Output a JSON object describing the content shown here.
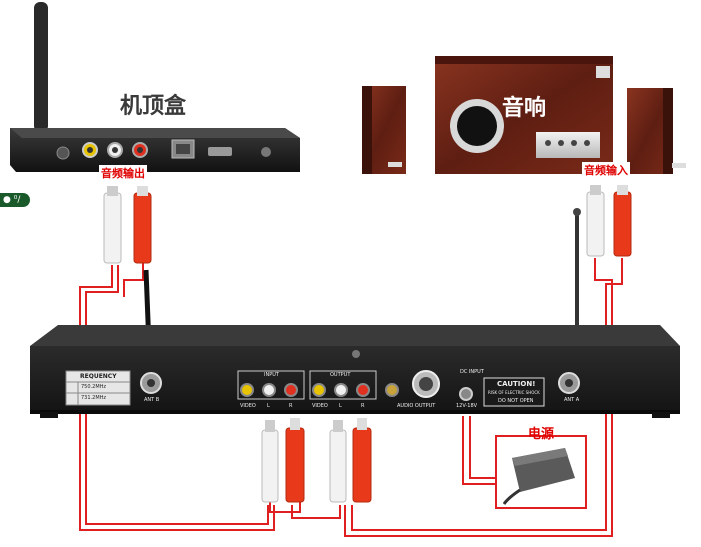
{
  "labels": {
    "set_top_box": "机顶盒",
    "speaker": "音响",
    "audio_out": "音频输出",
    "audio_in": "音频输入",
    "power": "电源"
  },
  "panel": {
    "frequency": "REQUENCY",
    "freq_a": "750.2MHz",
    "freq_b": "731.2MHz",
    "ant_b": "ANT B",
    "ant_a": "ANT A",
    "input": "INPUT",
    "output": "OUTPUT",
    "video": "VIDEO",
    "l": "L",
    "r": "R",
    "audio_output": "AUDIO OUTPUT",
    "dc_input": "DC INPUT",
    "dc_volts": "12V-18V",
    "caution": "CAUTION!",
    "caution_sub": "RISK OF ELECTRIC SHOCK",
    "do_not_open": "DO NOT OPEN"
  },
  "colors": {
    "wire": "#e02020",
    "plug_red": "#e8391a",
    "plug_white": "#f2f2f2",
    "device_body": "#1d1d1d",
    "speaker_wood": "#6b2417"
  }
}
